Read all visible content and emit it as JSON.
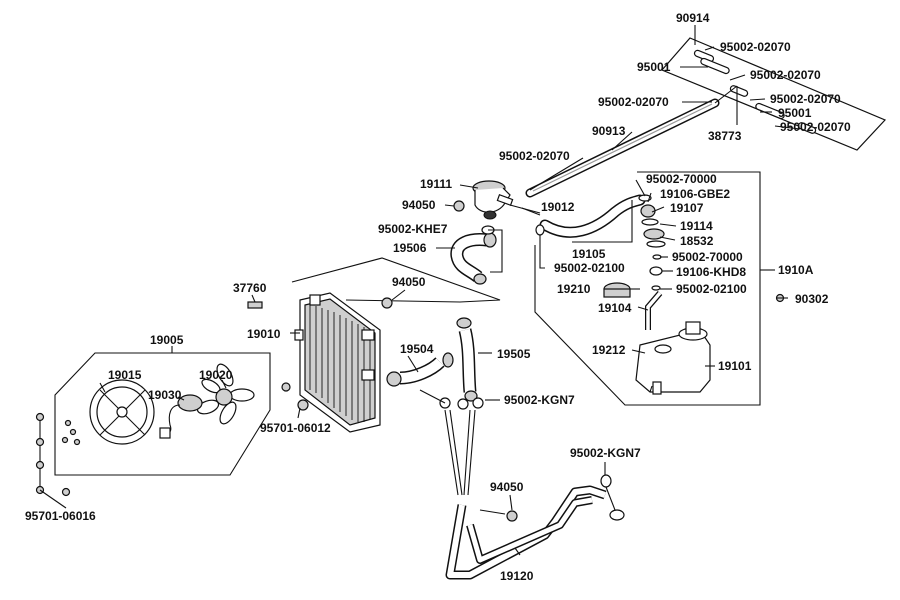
{
  "diagram": {
    "labels": {
      "l90914": "90914",
      "l95002_02070_a": "95002-02070",
      "l95001_a": "95001",
      "l95002_02070_b": "95002-02070",
      "l95002_02070_c": "95002-02070",
      "l95002_02070_d": "95002-02070",
      "l95001_b": "95001",
      "l95002_02070_e": "95002-02070",
      "l38773": "38773",
      "l90913": "90913",
      "l95002_02070_f": "95002-02070",
      "l19111": "19111",
      "l94050_a": "94050",
      "l19012": "19012",
      "l95002_70000_a": "95002-70000",
      "l19106_GBE2": "19106-GBE2",
      "l19107": "19107",
      "l19114": "19114",
      "l18532": "18532",
      "l95002_70000_b": "95002-70000",
      "l19106_KHD8": "19106-KHD8",
      "l1910A": "1910A",
      "l95002_02100_a": "95002-02100",
      "l95002_02100_b": "95002-02100",
      "l19210": "19210",
      "l90302": "90302",
      "l19104": "19104",
      "l19212": "19212",
      "l19101": "19101",
      "l19105": "19105",
      "l95002_KHE7": "95002-KHE7",
      "l19506": "19506",
      "l94050_b": "94050",
      "l37760": "37760",
      "l19010": "19010",
      "l19005": "19005",
      "l19015": "19015",
      "l19020": "19020",
      "l19030": "19030",
      "l19504": "19504",
      "l19505": "19505",
      "l95002_KGN7_a": "95002-KGN7",
      "l95701_06012": "95701-06012",
      "l95701_06016": "95701-06016",
      "l95002_KGN7_b": "95002-KGN7",
      "l94050_c": "94050",
      "l19120": "19120"
    }
  }
}
